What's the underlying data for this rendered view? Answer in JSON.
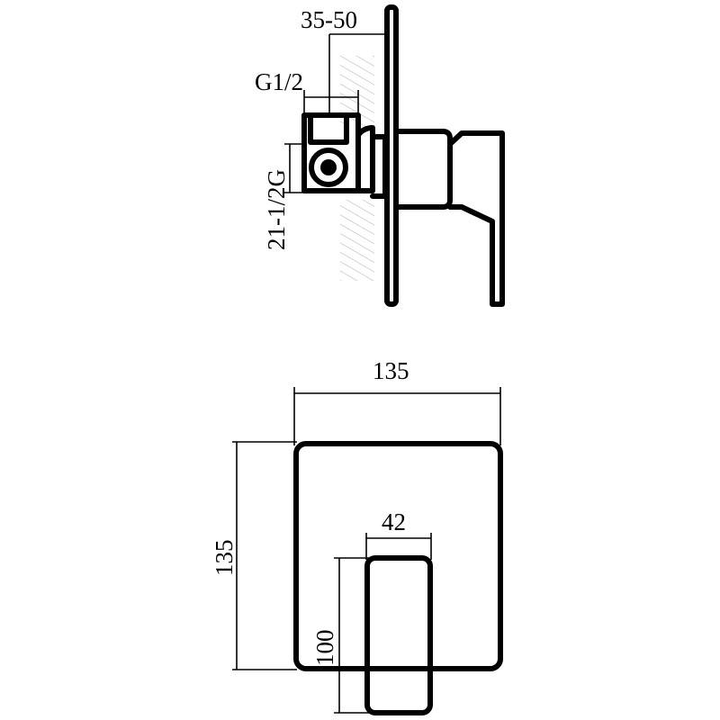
{
  "side_view": {
    "label_mount_depth": "35-50",
    "label_thread": "G1/2",
    "label_connector": "21-1/2G"
  },
  "front_view": {
    "label_plate_width": "135",
    "label_plate_height": "135",
    "label_handle_width": "42",
    "label_handle_height": "100"
  },
  "colors": {
    "line": "#000000",
    "hatch": "#b8b8b8",
    "background": "#ffffff"
  }
}
